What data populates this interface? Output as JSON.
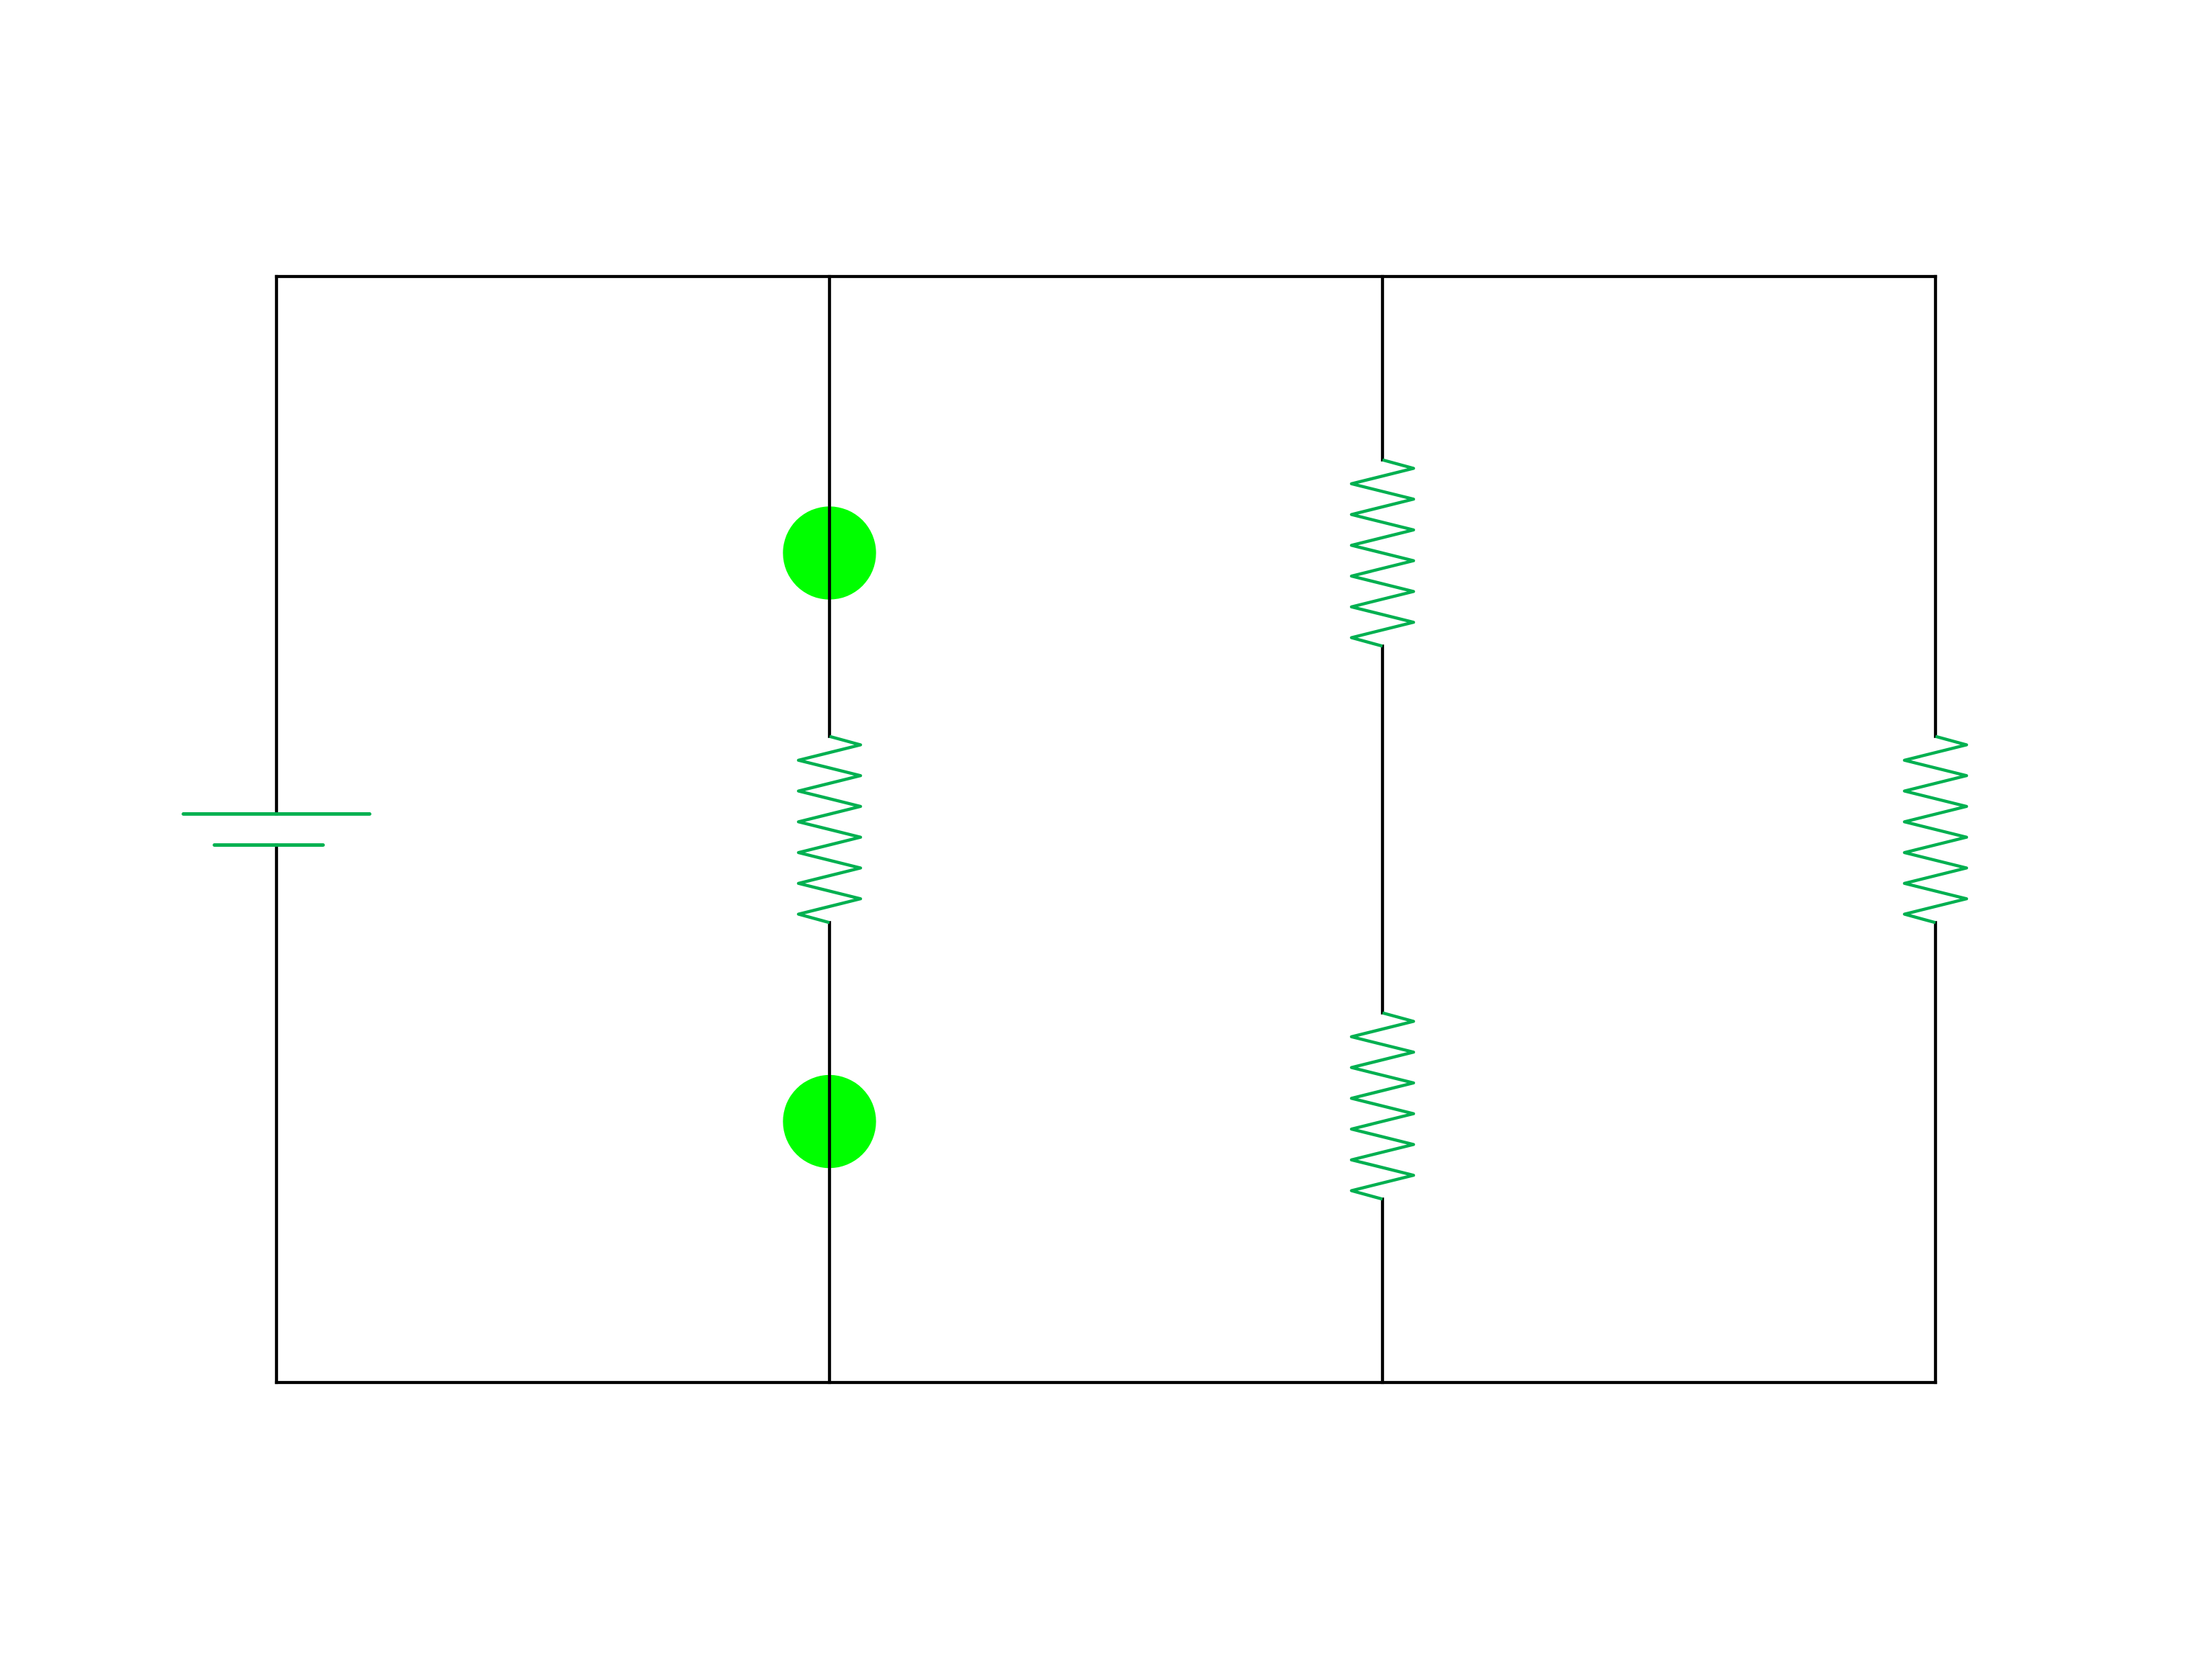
{
  "diagram": {
    "type": "circuit-schematic",
    "colors": {
      "wire": "#000000",
      "component": "#00b050",
      "node_marker": "#00ff00",
      "background": "#ffffff"
    },
    "components": [
      {
        "id": "battery",
        "kind": "battery"
      },
      {
        "id": "resistor-branch-1",
        "kind": "resistor"
      },
      {
        "id": "resistor-branch-2-top",
        "kind": "resistor"
      },
      {
        "id": "resistor-branch-2-bottom",
        "kind": "resistor"
      },
      {
        "id": "resistor-branch-3",
        "kind": "resistor"
      }
    ],
    "markers": [
      {
        "id": "node-marker-top",
        "kind": "dot"
      },
      {
        "id": "node-marker-bottom",
        "kind": "dot"
      }
    ]
  }
}
